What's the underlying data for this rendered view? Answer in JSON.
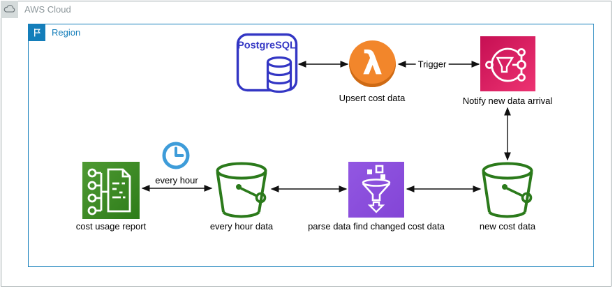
{
  "containers": {
    "aws_cloud": {
      "label": "AWS Cloud"
    },
    "region": {
      "label": "Region"
    }
  },
  "nodes": {
    "postgresql": {
      "title": "PostgreSQL"
    },
    "lambda_upsert": {
      "glyph": "λ",
      "label": "Upsert cost data"
    },
    "sns_notify": {
      "label": "Notify new data arrival"
    },
    "cost_usage_report": {
      "label": "cost usage report"
    },
    "s3_every_hour": {
      "label": "every hour data"
    },
    "parse_filter": {
      "label": "parse data find changed cost data"
    },
    "s3_new_cost": {
      "label": "new cost data"
    }
  },
  "edge_labels": {
    "trigger": "Trigger",
    "every_hour": "every hour"
  },
  "edges": [
    {
      "from": "postgresql",
      "to": "lambda_upsert",
      "bidirectional": true
    },
    {
      "from": "lambda_upsert",
      "to": "sns_notify",
      "bidirectional": true,
      "label": "Trigger"
    },
    {
      "from": "sns_notify",
      "to": "s3_new_cost",
      "bidirectional": true
    },
    {
      "from": "cost_usage_report",
      "to": "s3_every_hour",
      "bidirectional": true,
      "label": "every hour"
    },
    {
      "from": "s3_every_hour",
      "to": "parse_filter",
      "bidirectional": true
    },
    {
      "from": "parse_filter",
      "to": "s3_new_cost",
      "bidirectional": true
    }
  ],
  "colors": {
    "aws_cloud_border": "#9FA9AB",
    "region_border": "#147EBA",
    "postgresql_blue": "#3336C4",
    "lambda_orange": "#F2862B",
    "sns_pink_start": "#C60F53",
    "sns_pink_end": "#ED3372",
    "report_green_start": "#4F9A33",
    "report_green_end": "#2D7C19",
    "bucket_green": "#2B7A1B",
    "filter_purple_start": "#9257E2",
    "filter_purple_end": "#8345D6",
    "clock_blue": "#3E9CD9",
    "arrow_color": "#111111"
  }
}
